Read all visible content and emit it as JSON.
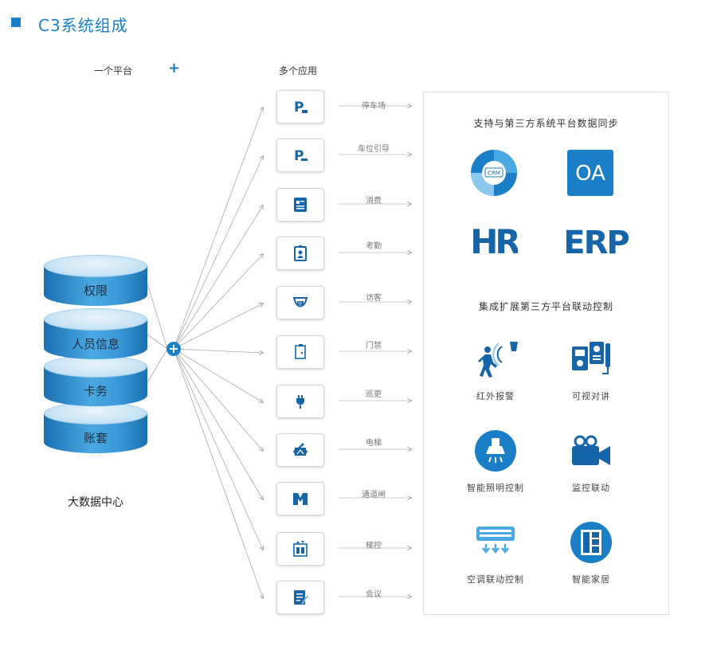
{
  "title": "C3系统组成",
  "platform_label": "一个平台",
  "plus_symbol": "+",
  "apps_label": "多个应用",
  "database": {
    "layers": [
      "权限",
      "人员信息",
      "卡务",
      "账套"
    ],
    "caption": "大数据中心"
  },
  "apps": [
    {
      "name": "停车场",
      "icon": "parking-icon"
    },
    {
      "name": "车位引导",
      "icon": "parking-guidance-icon"
    },
    {
      "name": "消费",
      "icon": "consumption-icon"
    },
    {
      "name": "考勤",
      "icon": "attendance-icon"
    },
    {
      "name": "访客",
      "icon": "visitor-icon"
    },
    {
      "name": "门禁",
      "icon": "access-control-icon"
    },
    {
      "name": "巡更",
      "icon": "patrol-icon"
    },
    {
      "name": "电梯",
      "icon": "elevator-icon"
    },
    {
      "name": "通道闸",
      "icon": "gate-icon"
    },
    {
      "name": "梯控",
      "icon": "elevator-control-icon"
    },
    {
      "name": "会议",
      "icon": "meeting-icon"
    }
  ],
  "panel": {
    "sync_heading": "支持与第三方系统平台数据同步",
    "systems": [
      "CRM",
      "OA",
      "HR",
      "ERP"
    ],
    "integration_heading": "集成扩展第三方平台联动控制",
    "features": [
      {
        "name": "红外报警",
        "icon": "infrared-alarm-icon"
      },
      {
        "name": "可视对讲",
        "icon": "video-intercom-icon"
      },
      {
        "name": "智能照明控制",
        "icon": "lighting-control-icon"
      },
      {
        "name": "监控联动",
        "icon": "camera-icon"
      },
      {
        "name": "空调联动控制",
        "icon": "air-conditioner-icon"
      },
      {
        "name": "智能家居",
        "icon": "smart-home-icon"
      }
    ]
  },
  "colors": {
    "accent": "#1a7fc7",
    "dark_blue": "#1565a8"
  }
}
